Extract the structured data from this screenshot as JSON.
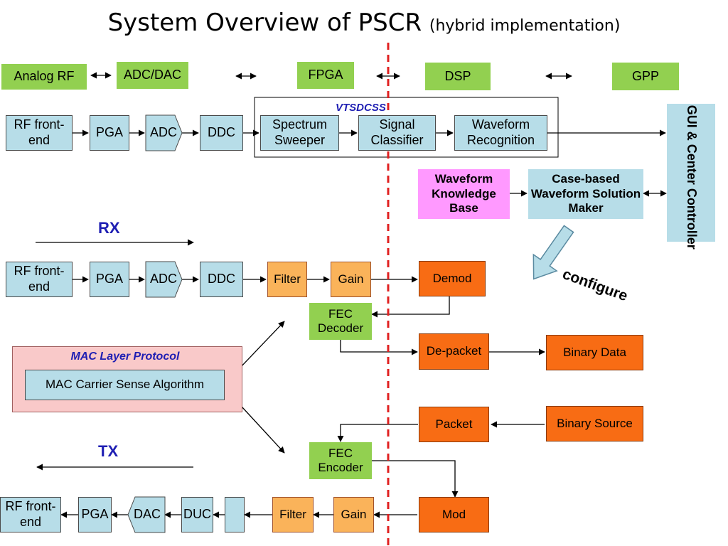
{
  "title": {
    "main": "System Overview of PSCR",
    "sub": "(hybrid implementation)"
  },
  "platforms": [
    "Analog RF",
    "ADC/DAC",
    "FPGA",
    "DSP",
    "GPP"
  ],
  "top_chain": {
    "rf": "RF front-end",
    "pga": "PGA",
    "adc": "ADC",
    "ddc": "DDC",
    "vtsdcss": "VTSDCSS",
    "spectrum": "Spectrum Sweeper",
    "classifier": "Signal Classifier",
    "waveform": "Waveform Recognition"
  },
  "gui": "GUI & Center Controller",
  "knowledge_base": "Waveform Knowledge Base",
  "solution_maker": "Case-based Waveform Solution Maker",
  "configure": "configure",
  "rx": {
    "label": "RX",
    "rf": "RF front-end",
    "pga": "PGA",
    "adc": "ADC",
    "ddc": "DDC",
    "filter": "Filter",
    "gain": "Gain",
    "demod": "Demod",
    "fec": "FEC Decoder",
    "depacket": "De-packet",
    "binary_data": "Binary Data"
  },
  "mac": {
    "title": "MAC Layer Protocol",
    "algorithm": "MAC Carrier Sense Algorithm"
  },
  "tx": {
    "label": "TX",
    "binary_source": "Binary Source",
    "packet": "Packet",
    "fec": "FEC Encoder",
    "mod": "Mod",
    "gain": "Gain",
    "filter": "Filter",
    "duc": "DUC",
    "dac": "DAC",
    "pga": "PGA",
    "rf": "RF front-end"
  },
  "colors": {
    "blue_box": "#b7dde8",
    "green": "#92d050",
    "light_orange": "#fab35a",
    "dark_orange": "#f86c14",
    "magenta": "#ff99ff",
    "mac_pink": "#f9c9c9",
    "label_blue": "#1f1fb3",
    "divider_red": "#e02020"
  }
}
